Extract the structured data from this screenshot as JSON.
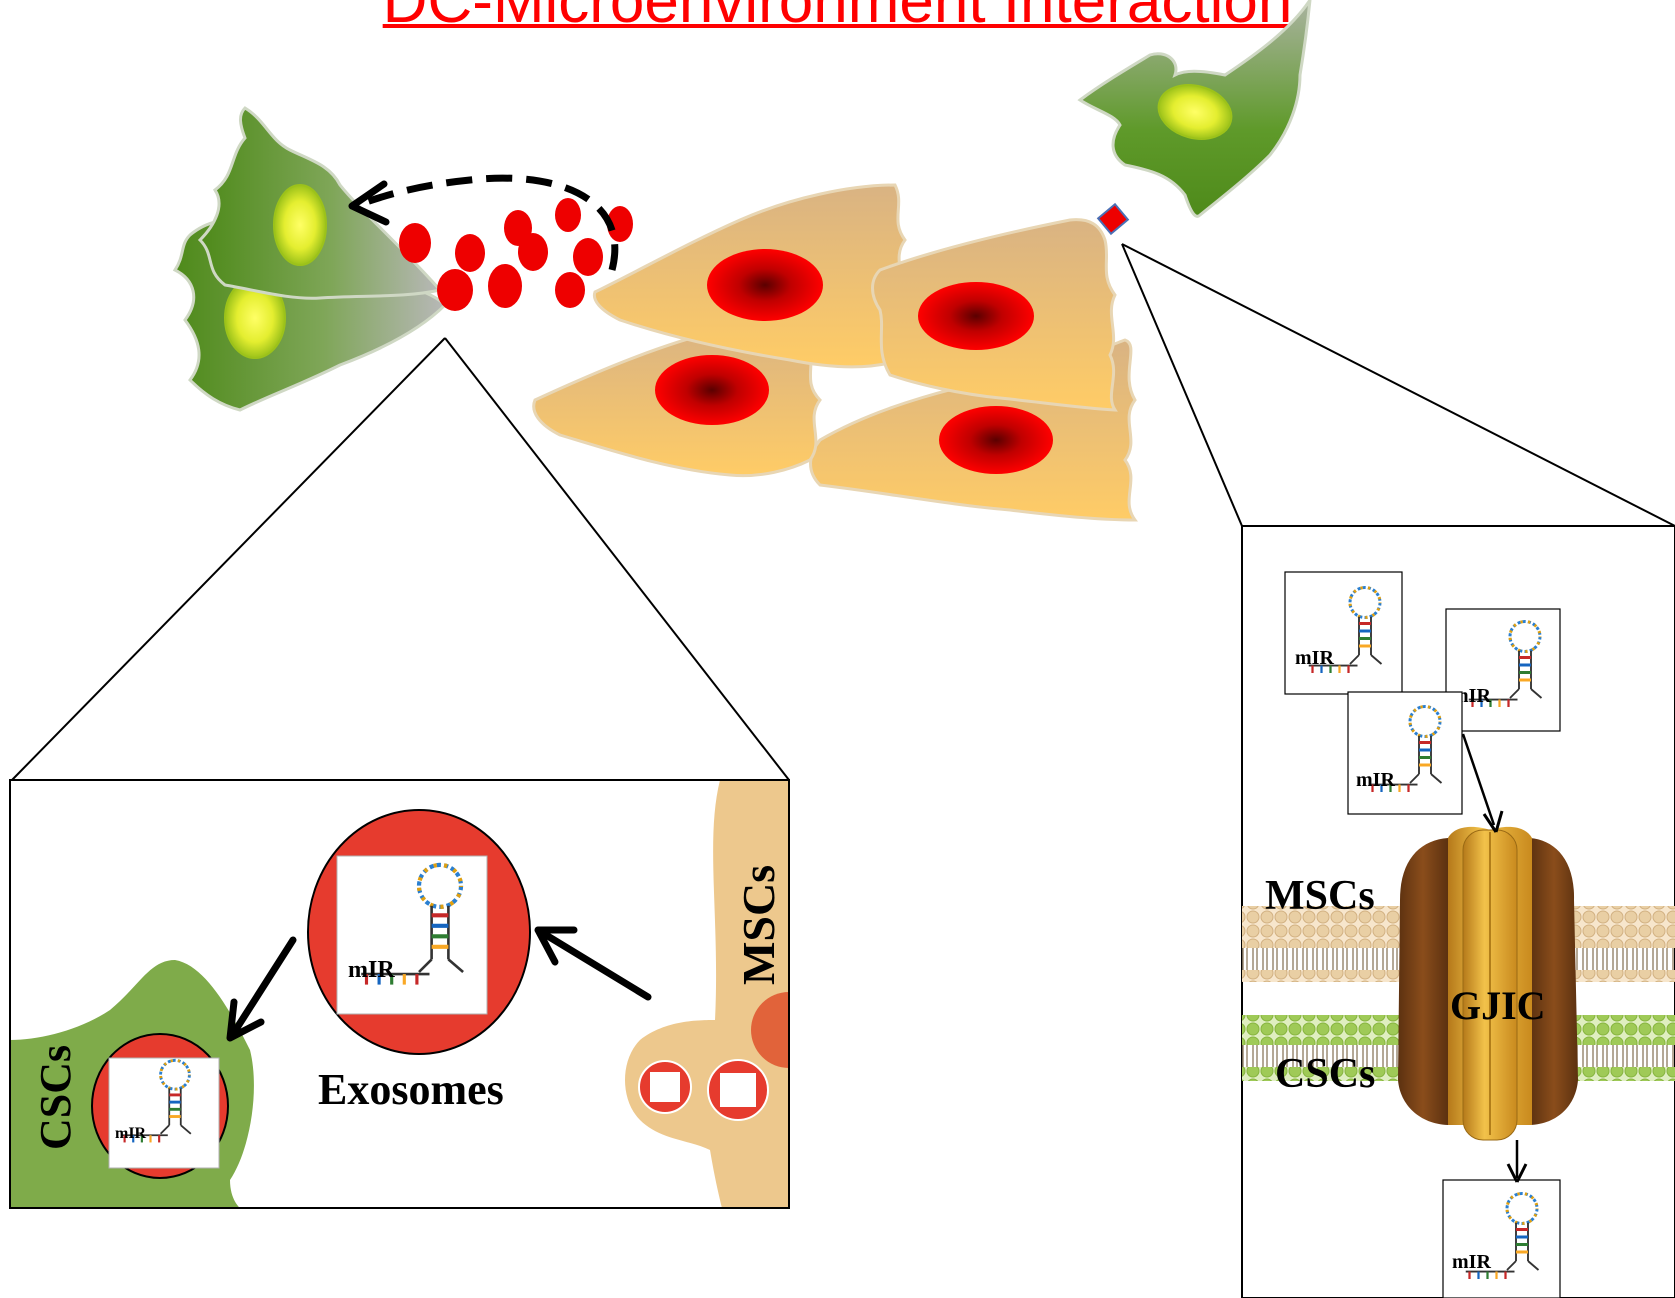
{
  "title": "DC-Microenvironment Interaction",
  "labels": {
    "exosomes": "Exosomes",
    "msc_left": "MSCs",
    "csc_left": "CSCs",
    "msc_right": "MSCs",
    "gjic": "GJIC",
    "csc_right": "CSCs",
    "mir": "mIR"
  },
  "colors": {
    "title": "#ff0000",
    "csc_green": "#5a9a22",
    "msc_tan": "#f6c977",
    "vesicle_red": "#e8212b",
    "nucleus_red": "#ff0000",
    "gjic_gold": "#e3a52a",
    "gjic_brown": "#7b4313"
  }
}
